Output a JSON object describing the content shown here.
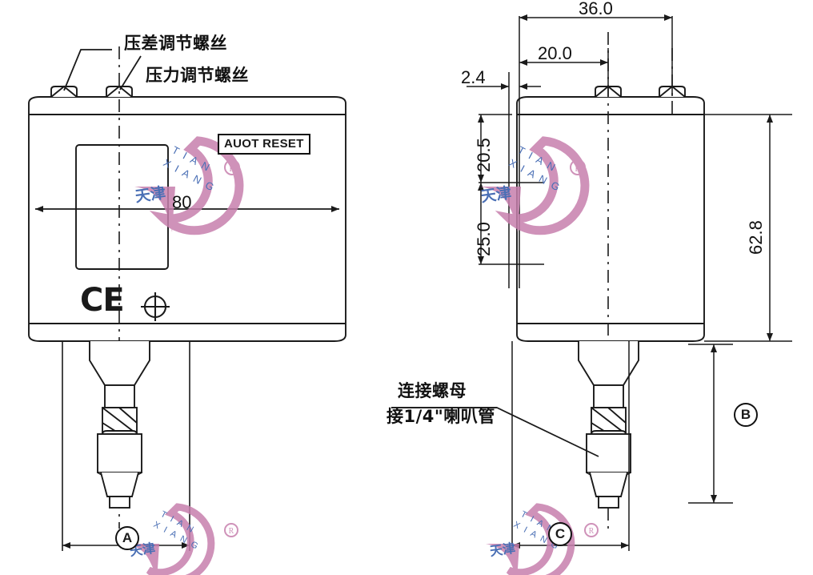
{
  "drawing": {
    "title": "Pressure switch dimensional drawing",
    "line_color": "#1a1a1a",
    "watermark_color": "#c77fad",
    "watermark_text_color": "#4a6fb5"
  },
  "annotations": {
    "diff_pressure_screw": "压差调节螺丝",
    "pressure_screw": "压力调节螺丝",
    "connector_nut_line1": "连接螺母",
    "connector_nut_line2": "接1/4\"喇叭管",
    "auto_reset_badge": "AUOT RESET",
    "ce_mark": "CE"
  },
  "dimensions": {
    "front_width": "80",
    "side_width_total": "36.0",
    "side_width_inner": "20.0",
    "side_offset": "2.4",
    "side_height_upper": "20.5",
    "side_height_lower": "25.0",
    "side_body_height": "62.8"
  },
  "callouts": {
    "a": "A",
    "b": "B",
    "c": "C"
  },
  "watermark": {
    "brand_top": "T I A N",
    "brand_bottom": "X I A N G",
    "brand_cn": "天津",
    "registered": "R"
  }
}
